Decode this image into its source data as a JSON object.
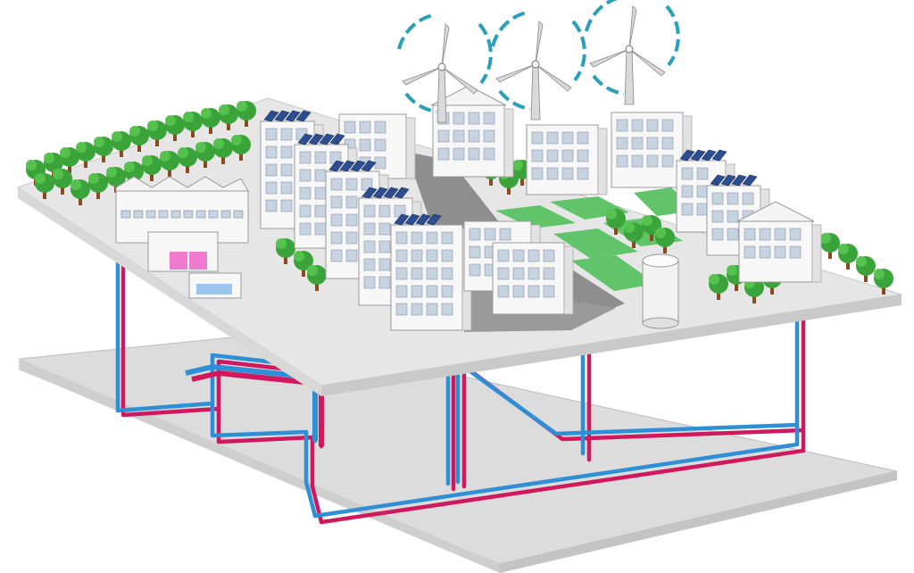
{
  "diagram": {
    "subject": "district-heating-network",
    "colors": {
      "background": "#ffffff",
      "platform_top": "#e6e6e6",
      "platform_edge": "#c9c9c9",
      "ground": "#dcdcdc",
      "road": "#8e8e8e",
      "lawn": "#61c46a",
      "hot_pipe": "#d0185f",
      "cold_pipe": "#2f8fd6",
      "building_wall": "#f7f7f7",
      "window": "#c7d3e0",
      "solar_panel": "#2c4d8f",
      "tree_leaves": "#3aa43a",
      "tree_trunk": "#8a4a1f",
      "turbine": "#d9d9d9",
      "wind_arcs": "#2aa0b8",
      "tank": "#f2f2f2",
      "heat_unit_door": "#f07ad0",
      "bus_shelter_glass": "#9bc7ee"
    },
    "elements": {
      "wind_turbines": 3,
      "solar_roofs": 7,
      "storage_tanks": 1,
      "heat_plant": 1,
      "lawns": 6
    }
  }
}
